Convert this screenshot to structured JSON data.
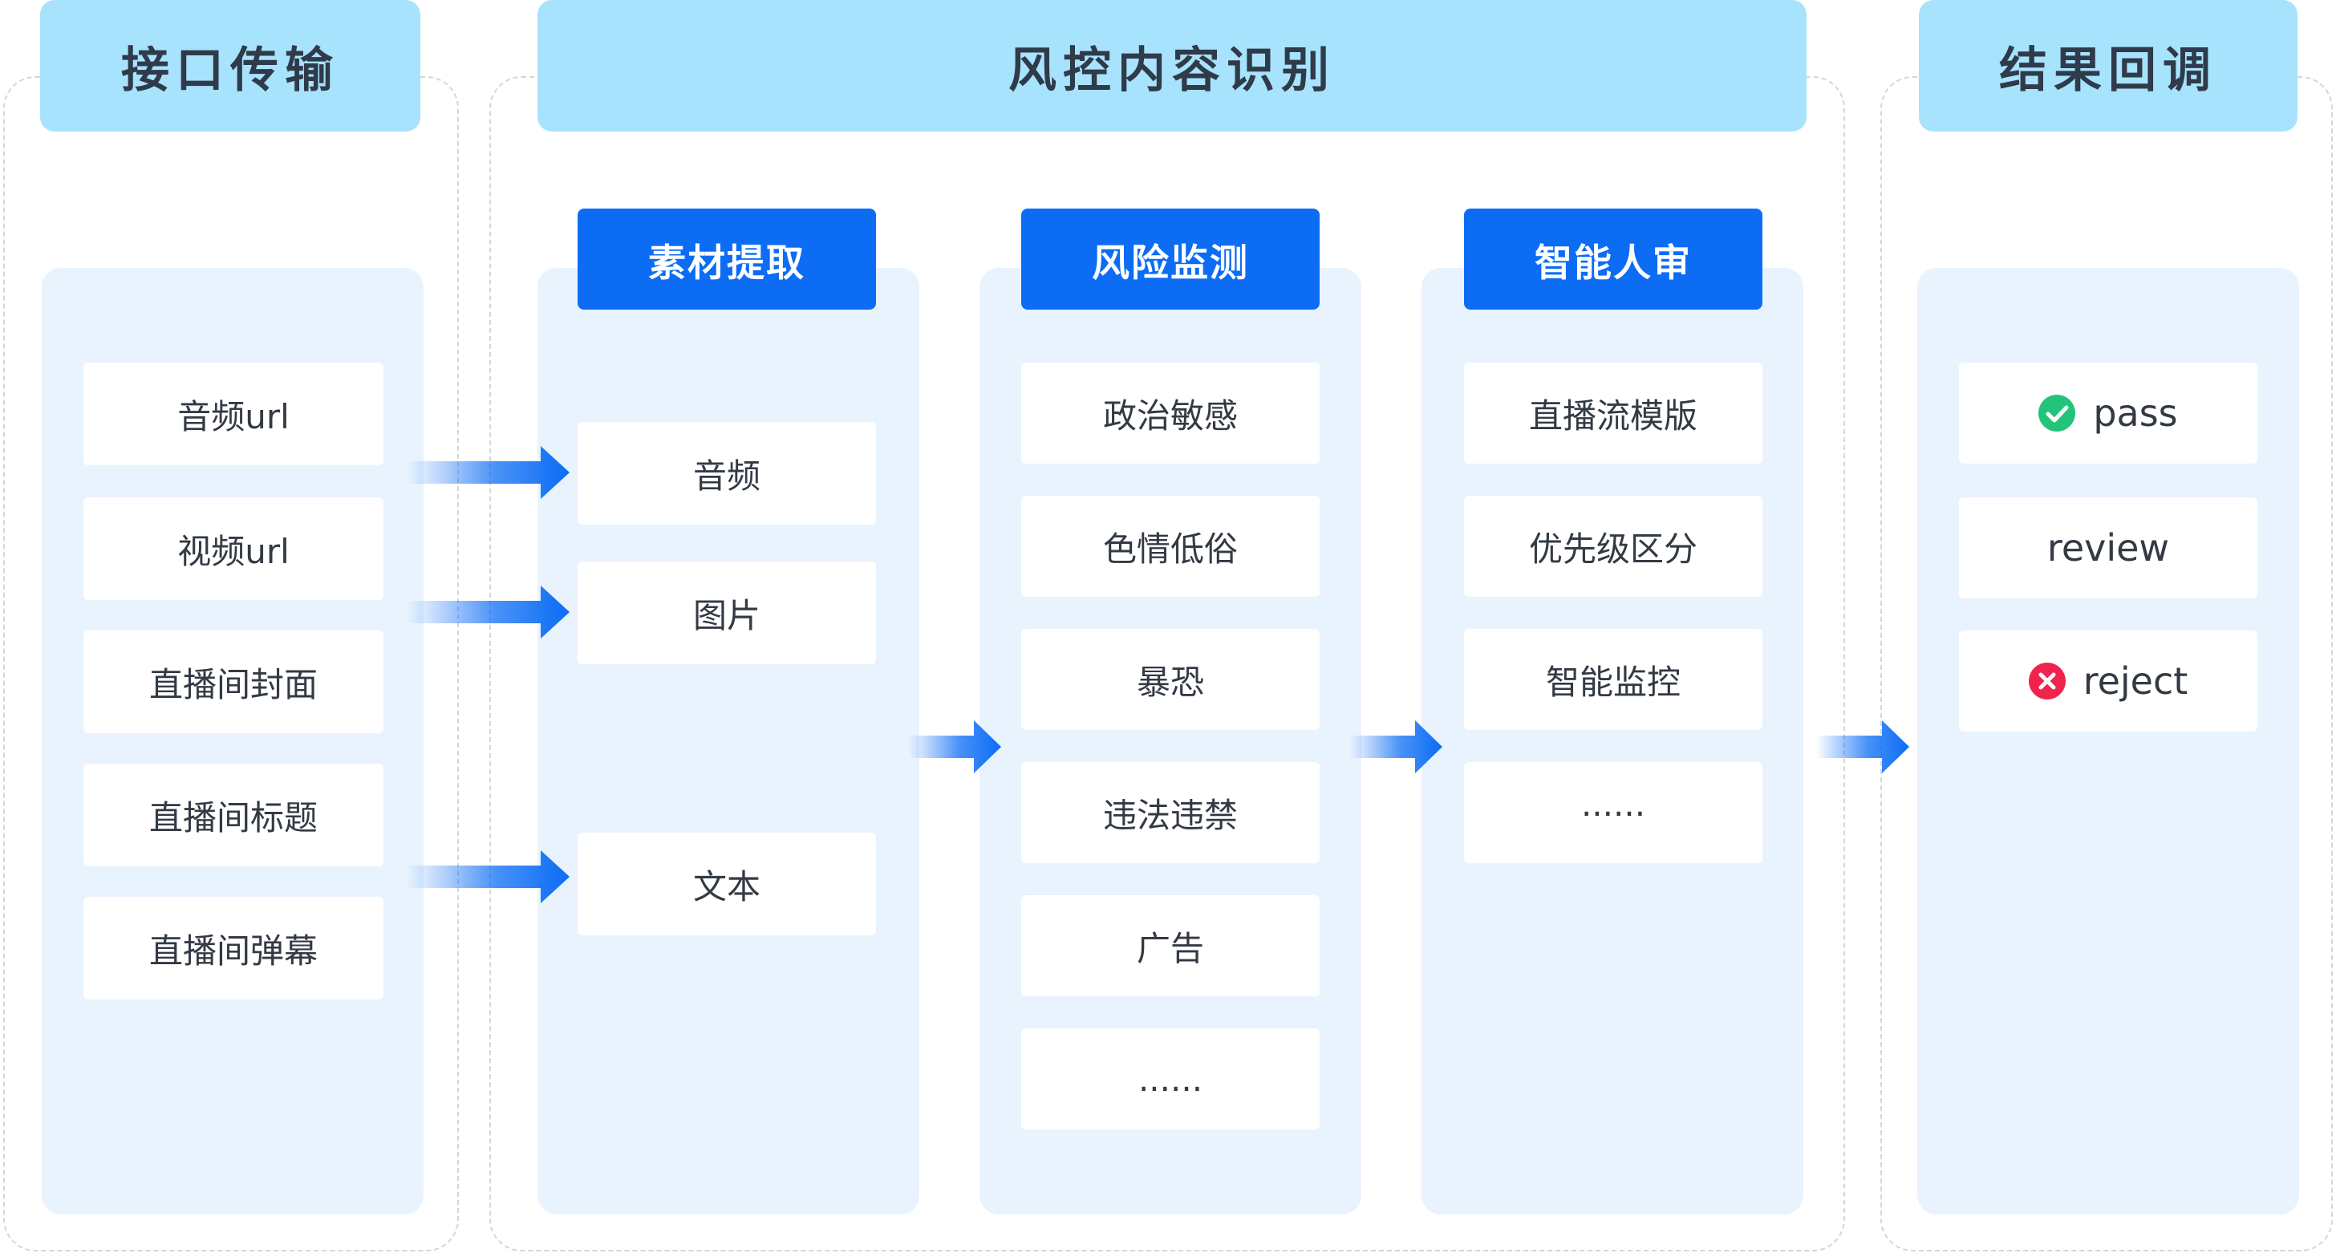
{
  "sections": {
    "interface": {
      "title": "接口传输",
      "items": [
        "音频url",
        "视频url",
        "直播间封面",
        "直播间标题",
        "直播间弹幕"
      ]
    },
    "recognition": {
      "title": "风控内容识别",
      "columns": [
        {
          "title": "素材提取",
          "items": [
            "音频",
            "图片",
            "文本"
          ]
        },
        {
          "title": "风险监测",
          "items": [
            "政治敏感",
            "色情低俗",
            "暴恐",
            "违法违禁",
            "广告",
            "......"
          ]
        },
        {
          "title": "智能人审",
          "items": [
            "直播流模版",
            "优先级区分",
            "智能监控",
            "......"
          ]
        }
      ]
    },
    "callback": {
      "title": "结果回调",
      "items": [
        {
          "label": "pass",
          "icon": "check-circle-icon",
          "color": "#22c47a"
        },
        {
          "label": "review",
          "icon": "",
          "color": ""
        },
        {
          "label": "reject",
          "icon": "x-circle-icon",
          "color": "#f0234f"
        }
      ]
    }
  },
  "colors": {
    "section_header": "#a8e3fd",
    "column_header": "#0c6df4",
    "panel": "#e9f3fe",
    "arrow": "#0c6df4"
  }
}
